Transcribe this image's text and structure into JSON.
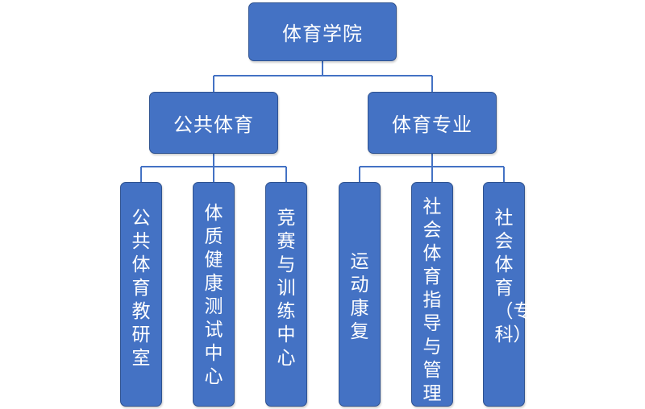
{
  "diagram": {
    "root": {
      "label": "体育学院"
    },
    "branches": [
      {
        "label": "公共体育",
        "children": [
          {
            "label": "公共体育教研室"
          },
          {
            "label": "体质健康测试中心"
          },
          {
            "label": "竞赛与训练中心"
          }
        ]
      },
      {
        "label": "体育专业",
        "children": [
          {
            "label": "运动康复"
          },
          {
            "label": "社会体育指导与管理"
          },
          {
            "label": "社会体育（专科）"
          }
        ]
      }
    ],
    "colors": {
      "box_fill": "#4472C4",
      "box_border": "#2F528F",
      "line": "#4472C4",
      "text": "#FFFFFF"
    }
  }
}
